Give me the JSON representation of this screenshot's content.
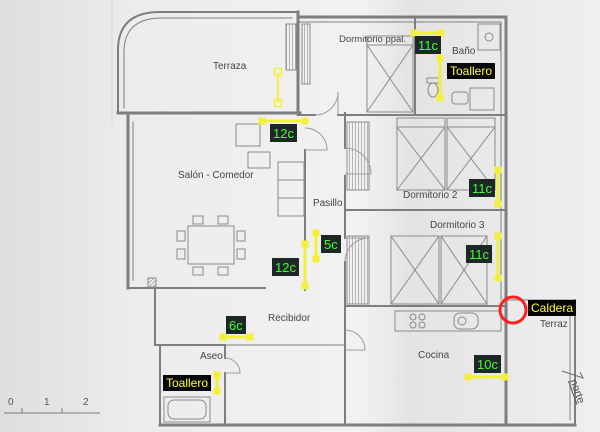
{
  "plan": {
    "rooms": {
      "terraza": "Terraza",
      "dormitorio_ppal": "Dormitorio ppal.",
      "bano": "Baño",
      "salon_comedor": "Salón - Comedor",
      "pasillo": "Pasillo",
      "dormitorio_2": "Dormitorio 2",
      "dormitorio_3": "Dormitorio 3",
      "recibidor": "Recibidor",
      "aseo": "Aseo",
      "cocina": "Cocina",
      "terraza_cocina": "Terraz"
    },
    "north_label": "norte",
    "scale_labels": [
      "0",
      "1",
      "2"
    ]
  },
  "annotations": {
    "bano_radiator": "11c",
    "bano_towel_rail": "Toallero",
    "salon_radiator": "12c",
    "dormitorio_2_radiator": "11c",
    "pasillo_radiator_small": "5c",
    "pasillo_radiator": "12c",
    "dormitorio_3_radiator": "11c",
    "boiler": "Caldera",
    "recibidor_radiator": "6c",
    "aseo_towel_rail": "Toallero",
    "cocina_radiator": "10c"
  },
  "colors": {
    "paper": "#ececec",
    "wall": "#7e7e7e",
    "annotation_line": "#f3f03c",
    "label_background": "#1e2727",
    "label_text_green": "#46ff2e",
    "label_text_yellow": "#ffff33",
    "boiler_marker": "#ff1f1f"
  }
}
